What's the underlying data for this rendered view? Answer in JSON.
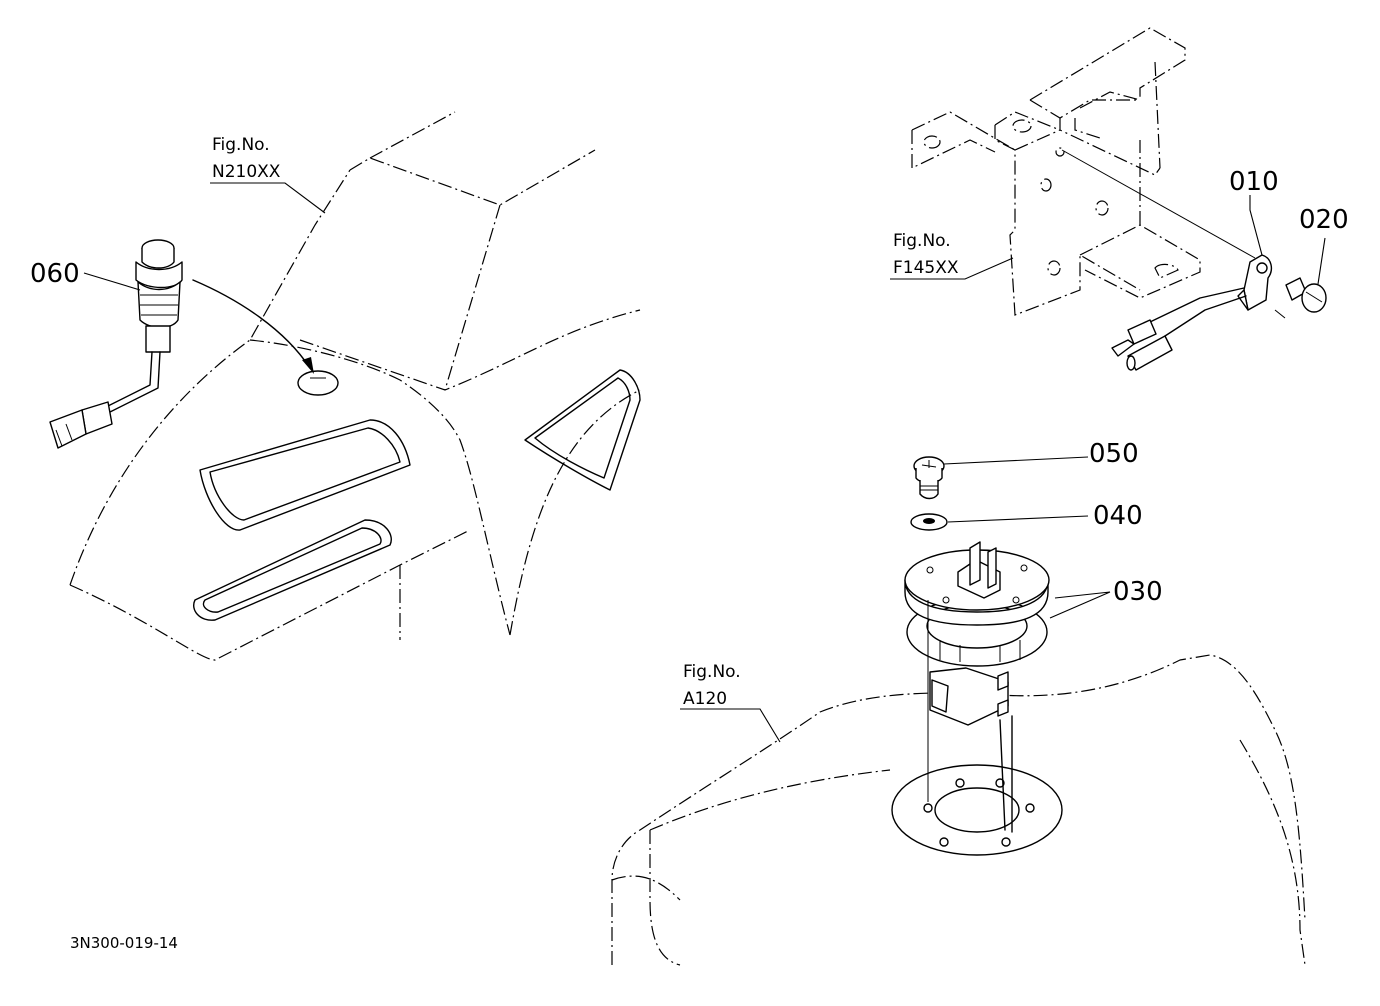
{
  "diagram": {
    "drawing_number": "3N300-019-14",
    "callouts": {
      "p010": "010",
      "p020": "020",
      "p030": "030",
      "p040": "040",
      "p050": "050",
      "p060": "060"
    },
    "figure_refs": {
      "n210": {
        "label": "Fig.No.",
        "number": "N210XX"
      },
      "f145": {
        "label": "Fig.No.",
        "number": "F145XX"
      },
      "a120": {
        "label": "Fig.No.",
        "number": "A120"
      }
    }
  }
}
